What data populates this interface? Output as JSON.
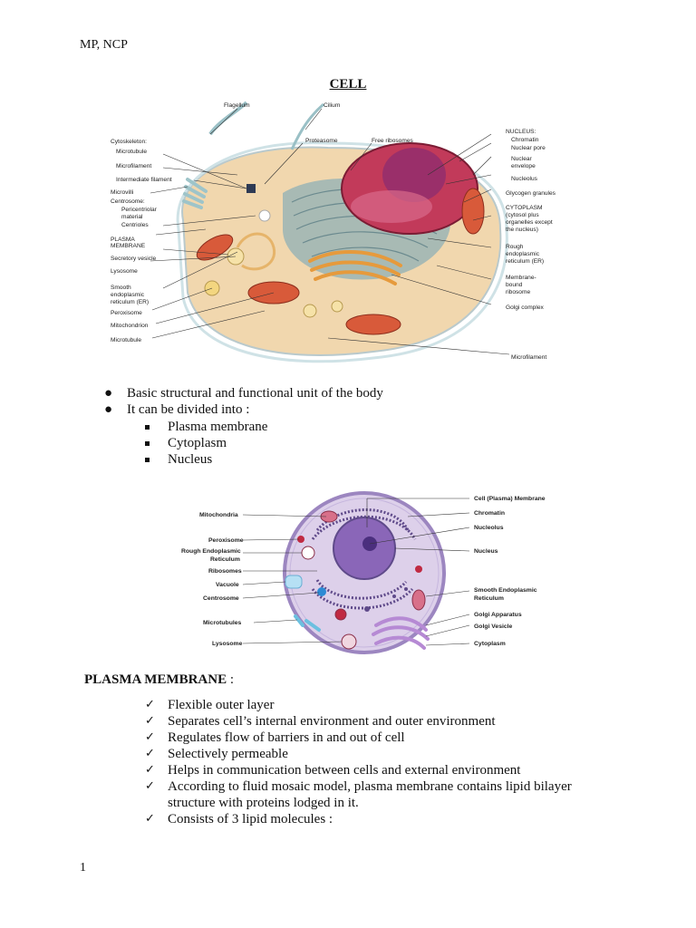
{
  "header": {
    "text": "MP, NCP"
  },
  "title": "CELL",
  "figure1": {
    "labels_left": {
      "cytoskeleton": "Cytoskeleton:",
      "microtubule": "Microtubule",
      "microfilament": "Microfilament",
      "intermediate": "Intermediate filament",
      "microvilli": "Microvilli",
      "centrosome": "Centrosome:",
      "pericentriolar1": "Pericentriolar",
      "pericentriolar2": "material",
      "centrioles": "Centrioles",
      "plasma1": "PLASMA",
      "plasma2": "MEMBRANE",
      "secretory": "Secretory vesicle",
      "lysosome": "Lysosome",
      "smooth1": "Smooth",
      "smooth2": "endoplasmic",
      "smooth3": "reticulum (ER)",
      "peroxisome": "Peroxisome",
      "mitochondrion": "Mitochondrion",
      "microtubule2": "Microtubule"
    },
    "labels_top": {
      "flagellum": "Flagellum",
      "cilium": "Cilium",
      "proteasome": "Proteasome",
      "free_ribosomes": "Free ribosomes"
    },
    "labels_right": {
      "nucleus_head": "NUCLEUS:",
      "chromatin": "Chromatin",
      "nuclear_pore": "Nuclear pore",
      "nuclear_env1": "Nuclear",
      "nuclear_env2": "envelope",
      "nucleolus": "Nucleolus",
      "glycogen": "Glycogen granules",
      "cytoplasm1": "CYTOPLASM",
      "cytoplasm2": "(cytosol plus",
      "cytoplasm3": "organelles except",
      "cytoplasm4": "the nucleus)",
      "rough1": "Rough",
      "rough2": "endoplasmic",
      "rough3": "reticulum (ER)",
      "membrane1": "Membrane-",
      "membrane2": "bound",
      "membrane3": "ribosome",
      "golgi": "Golgi complex",
      "microfilament2": "Microfilament"
    }
  },
  "bullets": [
    "Basic structural and functional unit of the body",
    "It can be divided into :"
  ],
  "sub_bullets": [
    "Plasma membrane",
    "Cytoplasm",
    "Nucleus"
  ],
  "figure2": {
    "left": {
      "mitochondria": "Mitochondria",
      "peroxisome": "Peroxisome",
      "rough1": "Rough Endoplasmic",
      "rough2": "Reticulum",
      "ribosomes": "Ribosomes",
      "vacuole": "Vacuole",
      "centrosome": "Centrosome",
      "microtubules": "Microtubules",
      "lysosome": "Lysosome"
    },
    "right": {
      "cell_membrane": "Cell (Plasma) Membrane",
      "chromatin": "Chromatin",
      "nucleolus": "Nucleolus",
      "nucleus": "Nucleus",
      "smooth1": "Smooth Endoplasmic",
      "smooth2": "Reticulum",
      "golgi_apparatus": "Golgi Apparatus",
      "golgi_vesicle": "Golgi Vesicle",
      "cytoplasm": "Cytoplasm"
    }
  },
  "plasma_membrane": {
    "heading": "PLASMA MEMBRANE",
    "heading_suffix": " :",
    "check_mark": "✓",
    "items": [
      "Flexible outer layer",
      "Separates cell’s internal environment and outer environment",
      "Regulates flow of barriers in and out of cell",
      "Selectively permeable",
      "Helps in communication between cells and external environment",
      "According to fluid mosaic model, plasma membrane contains lipid bilayer structure with proteins lodged in it.",
      "Consists of 3 lipid molecules :"
    ]
  },
  "page_number": "1",
  "colors": {
    "cytoplasm_fill": "#f3d9b1",
    "nucleus_fill": "#c23a5a",
    "er_fill": "#8fb0b5",
    "golgi_fill": "#e69a3c",
    "mito_fill": "#d85a3a",
    "cell2_fill": "#ddd0ea",
    "cell2_stroke": "#9c86c0",
    "nucleus2_fill": "#8a66b8"
  }
}
